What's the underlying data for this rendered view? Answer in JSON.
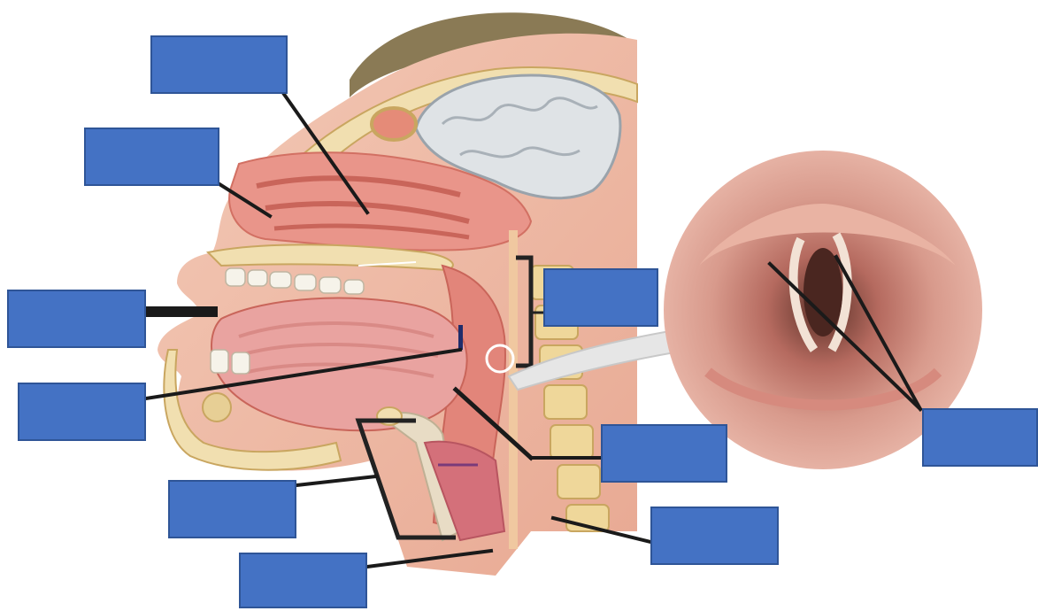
{
  "diagram": {
    "labels": [
      {
        "id": "label-1",
        "text": ""
      },
      {
        "id": "label-2",
        "text": ""
      },
      {
        "id": "label-3",
        "text": ""
      },
      {
        "id": "label-4",
        "text": ""
      },
      {
        "id": "label-5",
        "text": ""
      },
      {
        "id": "label-6",
        "text": ""
      },
      {
        "id": "label-7",
        "text": ""
      },
      {
        "id": "label-8",
        "text": ""
      },
      {
        "id": "label-9",
        "text": ""
      },
      {
        "id": "label-10",
        "text": ""
      }
    ]
  },
  "colors": {
    "label_fill": "#4472c4",
    "label_border": "#2f5597",
    "leader_line": "#1a1a1a"
  }
}
